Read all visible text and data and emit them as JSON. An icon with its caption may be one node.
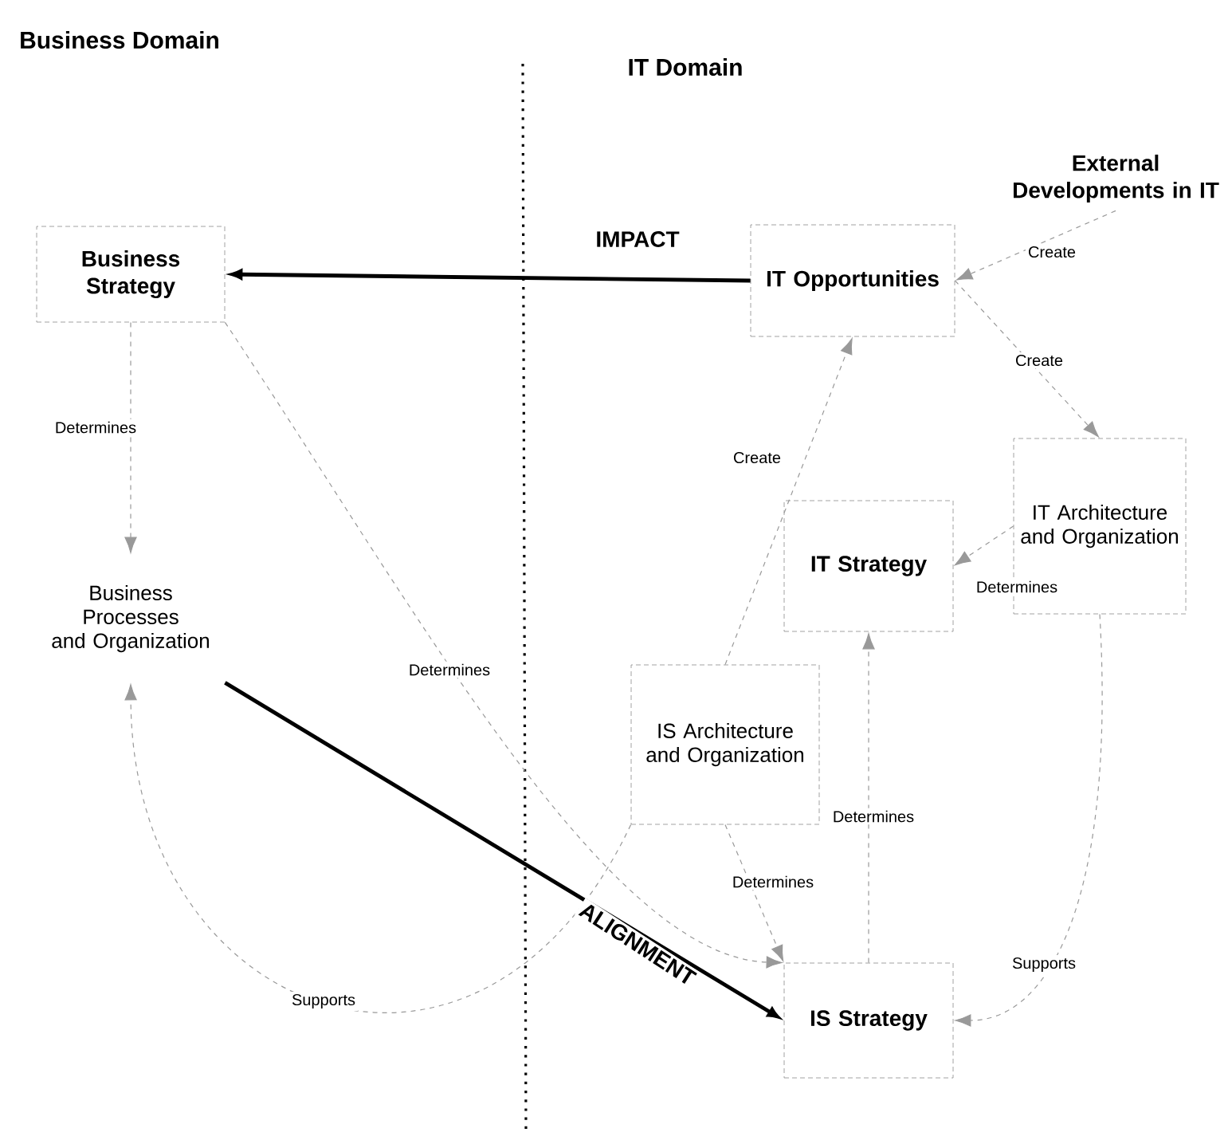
{
  "diagram": {
    "nodes": [
      {
        "text": [
          "Business Strategy"
        ]
      },
      {
        "text": [
          "Business Processes and Organization"
        ]
      },
      {
        "text": [
          "IT Opportunities"
        ]
      },
      {
        "text": [
          "External Developments in IT"
        ]
      },
      {
        "text": [
          "IT Architecture and Organization"
        ]
      },
      {
        "text": [
          "IT Strategy"
        ]
      },
      {
        "text": [
          "IS Architecture and Organization"
        ]
      },
      {
        "text": [
          "IS Strategy"
        ]
      }
    ],
    "edges": [
      {
        "from": 2,
        "to": 0,
        "arrow": "to",
        "label": "IMPACT",
        "style": "thick",
        "color": "#000000"
      },
      {
        "from": 1,
        "to": 7,
        "arrow": "to",
        "label": "ALIGNMENT",
        "style": "thick",
        "color": "#000000"
      },
      {
        "from": 0,
        "to": 1,
        "arrow": "to",
        "label": "Determines",
        "style": "dashed"
      },
      {
        "from": 3,
        "to": 2,
        "arrow": "to",
        "label": "Create",
        "style": "dashed"
      },
      {
        "from": 2,
        "to": 4,
        "arrow": "to",
        "label": "Create",
        "style": "dashed"
      },
      {
        "from": 6,
        "to": 2,
        "arrow": "to",
        "label": "Create",
        "style": "dashed"
      },
      {
        "from": 4,
        "to": 5,
        "arrow": "to",
        "label": "Determines",
        "style": "dashed"
      },
      {
        "from": 7,
        "to": 5,
        "arrow": "to",
        "label": "Determines",
        "style": "dashed"
      },
      {
        "from": 6,
        "to": 7,
        "arrow": "to",
        "label": "Determines",
        "style": "dashed"
      },
      {
        "from": 0,
        "to": 7,
        "arrow": "to",
        "label": "Determines",
        "style": "dashed"
      },
      {
        "from": 6,
        "to": 1,
        "arrow": "to",
        "label": "Supports",
        "style": "dashed"
      },
      {
        "from": 4,
        "to": 7,
        "arrow": "to",
        "label": "Supports",
        "style": "dashed"
      }
    ],
    "labels": [
      "Business Domain",
      "IT Domain"
    ]
  }
}
